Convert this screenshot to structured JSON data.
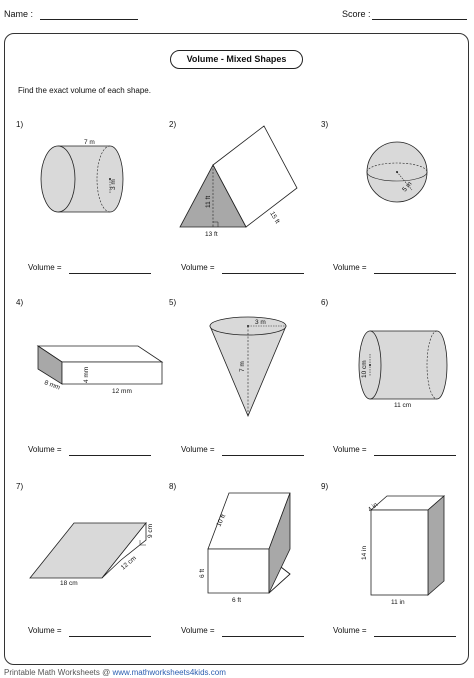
{
  "header": {
    "name_label": "Name :",
    "score_label": "Score :"
  },
  "title": "Volume - Mixed Shapes",
  "instruction": "Find the exact volume of each shape.",
  "answer_label": "Volume =",
  "problems": [
    {
      "number": "1)",
      "dims": [
        "7 m",
        "3 m"
      ]
    },
    {
      "number": "2)",
      "dims": [
        "11 ft",
        "13 ft",
        "15 ft"
      ]
    },
    {
      "number": "3)",
      "dims": [
        "5 m"
      ]
    },
    {
      "number": "4)",
      "dims": [
        "4 mm",
        "8 mm",
        "12 mm"
      ]
    },
    {
      "number": "5)",
      "dims": [
        "3 m",
        "7 m"
      ]
    },
    {
      "number": "6)",
      "dims": [
        "10 cm",
        "11 cm"
      ]
    },
    {
      "number": "7)",
      "dims": [
        "9 cm",
        "12 cm",
        "18 cm"
      ]
    },
    {
      "number": "8)",
      "dims": [
        "10 ft",
        "6 ft",
        "6 ft"
      ]
    },
    {
      "number": "9)",
      "dims": [
        "4 in",
        "14 in",
        "11 in"
      ]
    }
  ],
  "footer": {
    "prefix": "Printable Math Worksheets @",
    "link": "www.mathworksheets4kids.com"
  },
  "colors": {
    "shape_fill": "#d9d9d9",
    "shape_dark": "#a8a8a8",
    "line": "#222222"
  }
}
